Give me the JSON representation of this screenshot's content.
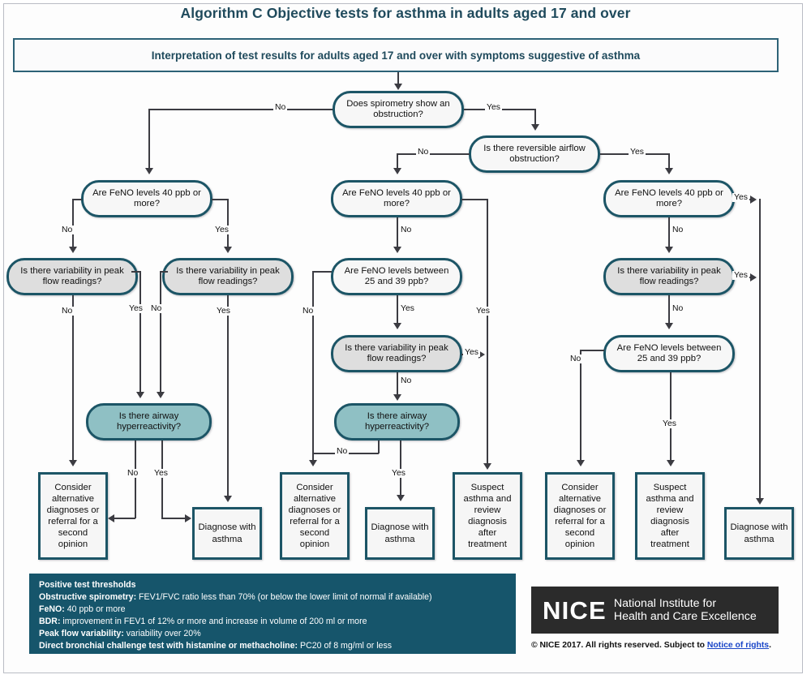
{
  "title": "Algorithm C Objective tests for asthma in adults aged 17 and over",
  "banner": "Interpretation of test results for adults aged 17 and over with symptoms suggestive of asthma",
  "nodes": {
    "spirometry": "Does spirometry show an obstruction?",
    "reversible": "Is there reversible airflow obstruction?",
    "feno40_left": "Are FeNO levels 40 ppb or more?",
    "feno40_mid": "Are FeNO levels 40 ppb or more?",
    "feno40_right": "Are FeNO levels 40 ppb or more?",
    "pef_left_no": "Is there variability in peak flow readings?",
    "pef_left_yes": "Is there variability in peak flow readings?",
    "feno25_mid": "Are FeNO levels between 25 and 39 ppb?",
    "pef_mid": "Is there variability in peak flow readings?",
    "airway_left": "Is there airway hyperreactivity?",
    "airway_mid": "Is there airway hyperreactivity?",
    "pef_right": "Is there variability in peak flow readings?",
    "feno25_right": "Are FeNO levels between 25 and 39 ppb?"
  },
  "outcomes": {
    "consider_left": "Consider alternative diagnoses or referral for a second opinion",
    "diagnose_left": "Diagnose with asthma",
    "consider_mid": "Consider alternative diagnoses or referral for a second opinion",
    "diagnose_mid": "Diagnose with asthma",
    "suspect_mid": "Suspect asthma and review diagnosis after treatment",
    "consider_right": "Consider alternative diagnoses or referral for a second opinion",
    "suspect_right": "Suspect asthma and review diagnosis after treatment",
    "diagnose_right": "Diagnose with asthma"
  },
  "edge_labels": {
    "yes": "Yes",
    "no": "No",
    "spiro_no": "No",
    "spiro_yes": "Yes",
    "rev_no": "No",
    "rev_yes": "Yes"
  },
  "thresholds": {
    "heading": "Positive test thresholds",
    "rows": [
      {
        "term": "Obstructive spirometry:",
        "text": " FEV1/FVC ratio less than 70% (or below the lower limit of normal if available)"
      },
      {
        "term": "FeNO:",
        "text": " 40 ppb or more"
      },
      {
        "term": "BDR:",
        "text": " improvement in FEV1 of 12% or more and increase in volume of 200 ml or more"
      },
      {
        "term": "Peak flow variability:",
        "text": " variability over 20%"
      },
      {
        "term": "Direct bronchial challenge test with histamine or methacholine:",
        "text": " PC20 of 8 mg/ml or less"
      }
    ]
  },
  "logo": {
    "mark": "NICE",
    "line1": "National Institute for",
    "line2": "Health and Care Excellence"
  },
  "copyright": {
    "prefix": "© NICE 2017. All rights reserved. Subject to ",
    "link": "Notice of rights",
    "suffix": "."
  },
  "colors": {
    "teal_border": "#1c5566",
    "teal_fill": "#8fc0c4",
    "grey_fill": "#dedede",
    "banner_text": "#1f4a5c",
    "footer_bg": "#16556b",
    "logo_bg": "#2b2b2b",
    "link": "#1a46c8"
  }
}
